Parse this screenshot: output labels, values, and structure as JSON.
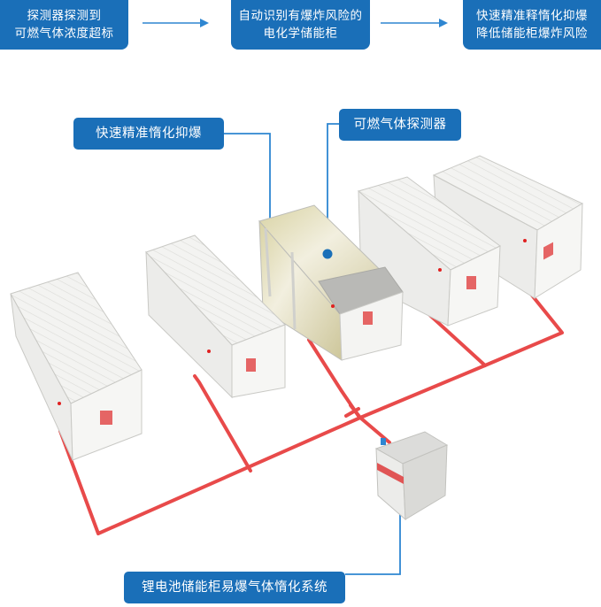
{
  "process_steps": [
    {
      "lines": [
        "探测器探测到",
        "可燃气体浓度超标"
      ]
    },
    {
      "lines": [
        "自动识别有爆炸风险的",
        "电化学储能柜"
      ]
    },
    {
      "lines": [
        "快速精准释惰化抑爆",
        "降低储能柜爆炸风险"
      ]
    }
  ],
  "callouts": {
    "suppression": "快速精准惰化抑爆",
    "detector": "可燃气体探测器",
    "system": "锂电池储能柜易爆气体惰化系统"
  },
  "colors": {
    "brand_blue": "#1a6fb8",
    "leader_blue": "#2e86d1",
    "pipe_red": "#e84a4a",
    "container_white": "#f1f1ef"
  },
  "containers": [
    {
      "id": "container-1",
      "state": "closed"
    },
    {
      "id": "container-2",
      "state": "closed"
    },
    {
      "id": "container-3",
      "state": "cutaway-with-inert-gas"
    },
    {
      "id": "container-4",
      "state": "closed"
    },
    {
      "id": "container-5",
      "state": "closed"
    }
  ]
}
